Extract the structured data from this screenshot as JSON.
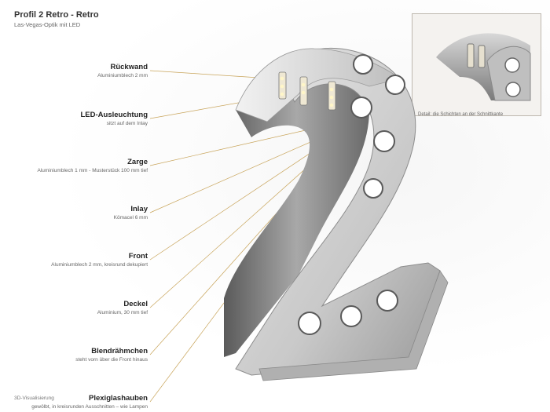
{
  "header": {
    "title": "Profil 2 Retro - Retro",
    "subtitle": "Las-Vegas-Optik mit LED"
  },
  "layers": [
    {
      "title": "Rückwand",
      "desc": "Aluminiumblech 2 mm"
    },
    {
      "title": "LED-Ausleuchtung",
      "desc": "sitzt auf dem Inlay"
    },
    {
      "title": "Zarge",
      "desc": "Aluminiumblech 1 mm - Musterstück 100 mm tief"
    },
    {
      "title": "Inlay",
      "desc": "Kömacel 6 mm"
    },
    {
      "title": "Front",
      "desc": "Aluminiumblech 2 mm, kreisrund dekupiert"
    },
    {
      "title": "Deckel",
      "desc": "Aluminium, 30 mm tief"
    },
    {
      "title": "Blendrähmchen",
      "desc": "steht vorn über die Front hinaus"
    },
    {
      "title": "Plexiglashauben",
      "desc": "gewölbt, in kreisrunden Ausschnitten – wie Lampen"
    }
  ],
  "inset": {
    "caption": "Detail: die Schichten an der Schnittkante"
  },
  "footnote": "3D-Visualisierung",
  "colors": {
    "leader": "#c8a45a",
    "metal_dark": "#6d6d6d",
    "metal_light": "#d9d9d9",
    "bulb": "#ffffff"
  }
}
